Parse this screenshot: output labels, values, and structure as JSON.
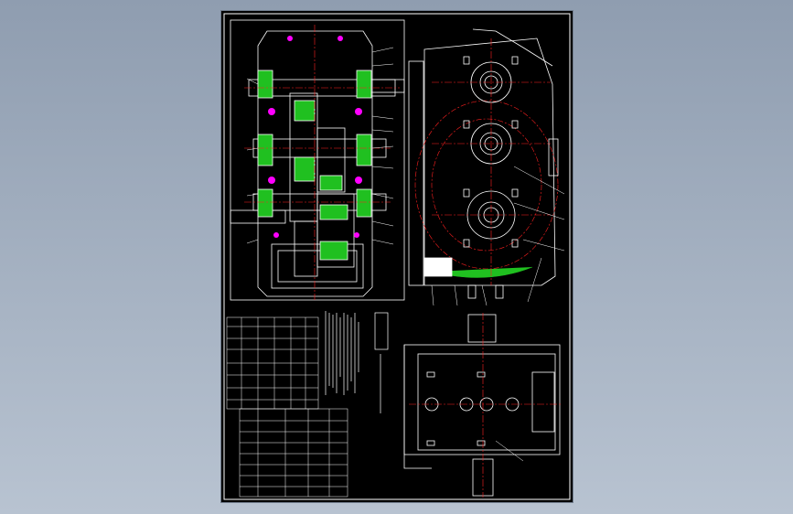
{
  "drawing": {
    "colors": {
      "background": "#000000",
      "line": "#ffffff",
      "center_line": "#ff2020",
      "section_hatch": "#20c020",
      "hole_mark": "#ff00ff",
      "canvas": "#a8b4c4"
    },
    "views": [
      "top-section-view",
      "side-elevation-view",
      "end-view"
    ],
    "tables": [
      "parameter-table",
      "parts-list-table",
      "technical-requirements-text"
    ]
  }
}
